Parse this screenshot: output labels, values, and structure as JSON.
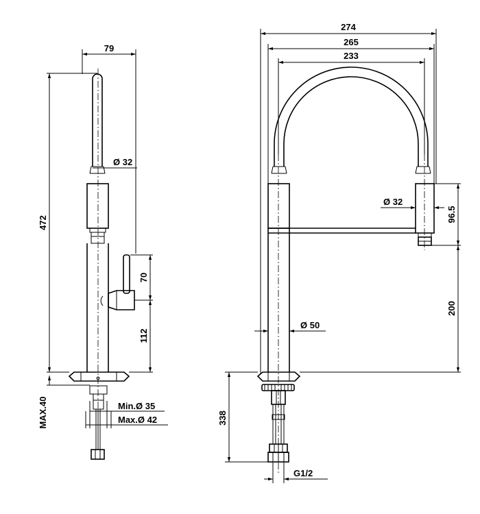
{
  "side_view": {
    "width": "79",
    "height": "472",
    "spout_diameter": "Ø 32",
    "lever_height": "70",
    "lever_position": "112",
    "deck_max": "MAX.40",
    "hole_min": "Min.Ø 35",
    "hole_max": "Max.Ø 42"
  },
  "front_view": {
    "overall_width": "274",
    "width_2": "265",
    "width_3": "233",
    "head_diameter": "Ø 32",
    "head_height": "96.5",
    "spout_clearance": "200",
    "body_diameter": "Ø 50",
    "under_deck_length": "338",
    "thread": "G1/2"
  }
}
